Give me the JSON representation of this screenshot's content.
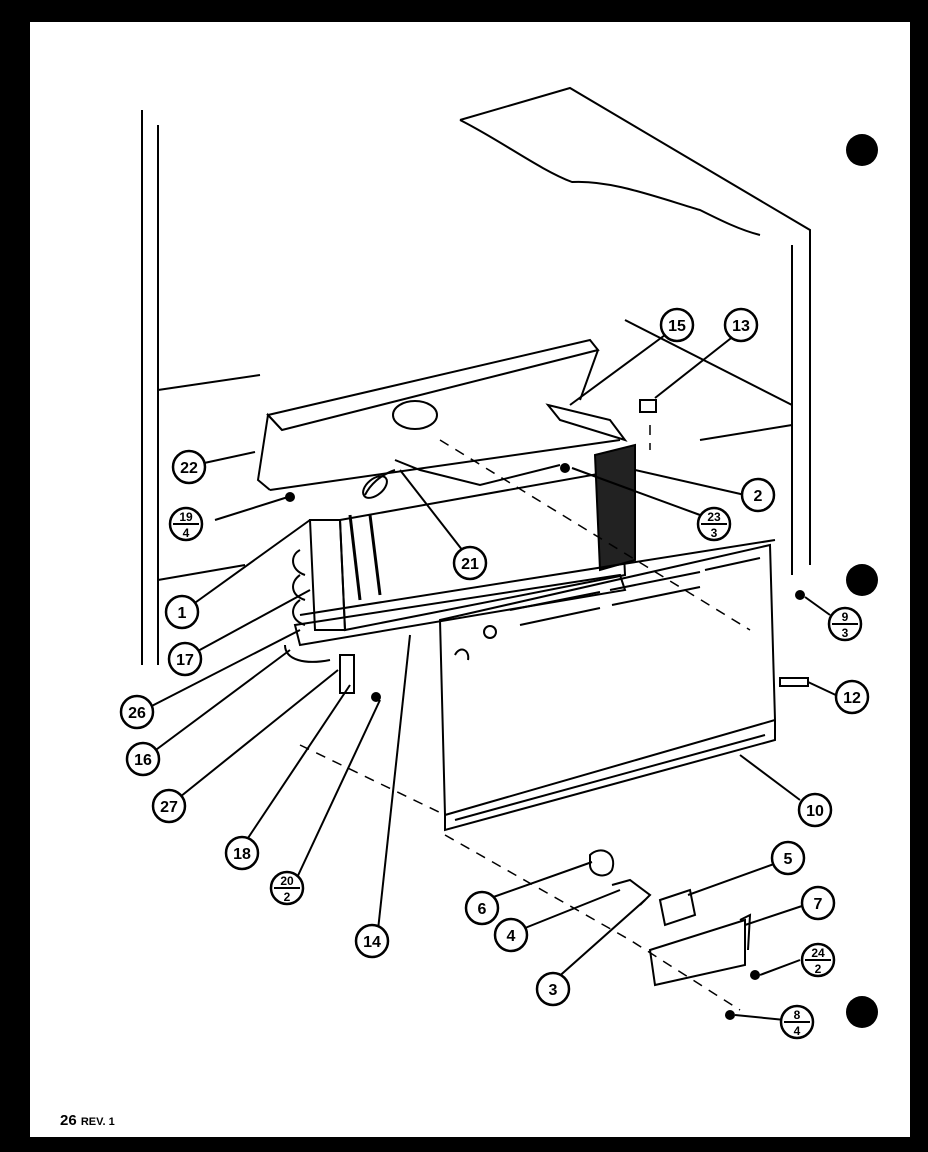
{
  "page": {
    "page_number": "26",
    "revision": "REV. 1"
  },
  "callouts": [
    {
      "id": "c1",
      "text": "1"
    },
    {
      "id": "c2",
      "text": "2"
    },
    {
      "id": "c3",
      "text": "3"
    },
    {
      "id": "c4",
      "text": "4"
    },
    {
      "id": "c5",
      "text": "5"
    },
    {
      "id": "c6",
      "text": "6"
    },
    {
      "id": "c7",
      "text": "7"
    },
    {
      "id": "c10",
      "text": "10"
    },
    {
      "id": "c12",
      "text": "12"
    },
    {
      "id": "c13",
      "text": "13"
    },
    {
      "id": "c14",
      "text": "14"
    },
    {
      "id": "c15",
      "text": "15"
    },
    {
      "id": "c16",
      "text": "16"
    },
    {
      "id": "c17",
      "text": "17"
    },
    {
      "id": "c18",
      "text": "18"
    },
    {
      "id": "c21",
      "text": "21"
    },
    {
      "id": "c22",
      "text": "22"
    },
    {
      "id": "c26",
      "text": "26"
    },
    {
      "id": "c27",
      "text": "27"
    }
  ],
  "fraction_callouts": [
    {
      "id": "f19",
      "top": "19",
      "bottom": "4"
    },
    {
      "id": "f23",
      "top": "23",
      "bottom": "3"
    },
    {
      "id": "f9",
      "top": "9",
      "bottom": "3"
    },
    {
      "id": "f20",
      "top": "20",
      "bottom": "2"
    },
    {
      "id": "f24",
      "top": "24",
      "bottom": "2"
    },
    {
      "id": "f8",
      "top": "8",
      "bottom": "4"
    }
  ]
}
